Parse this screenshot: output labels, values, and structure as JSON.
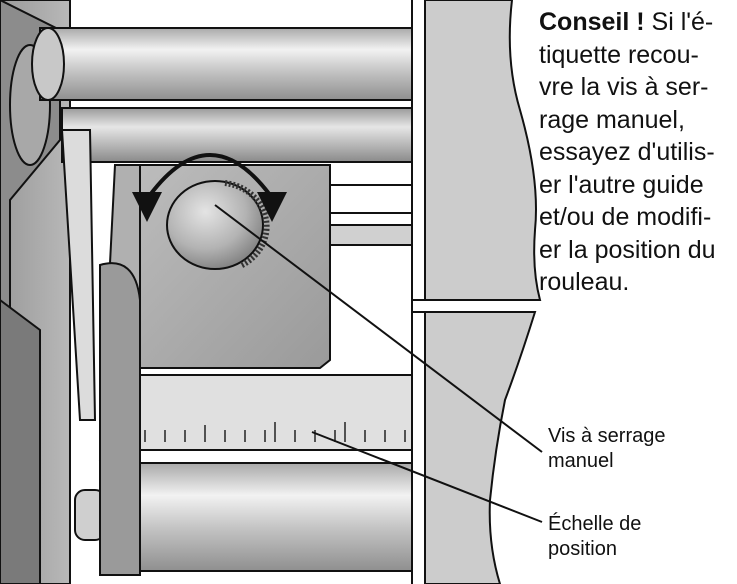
{
  "tip": {
    "prefix": "Conseil !",
    "lines": [
      " Si l'é-",
      "tiquette recou-",
      "vre la vis à ser-",
      "rage manuel,",
      "essayez d'utilis-",
      "er l'autre guide",
      "et/ou de modifi-",
      "er la position du",
      "rouleau."
    ]
  },
  "callouts": {
    "knob_line1": "Vis à serrage",
    "knob_line2": "manuel",
    "scale_line1": "Échelle de",
    "scale_line2": "position"
  }
}
